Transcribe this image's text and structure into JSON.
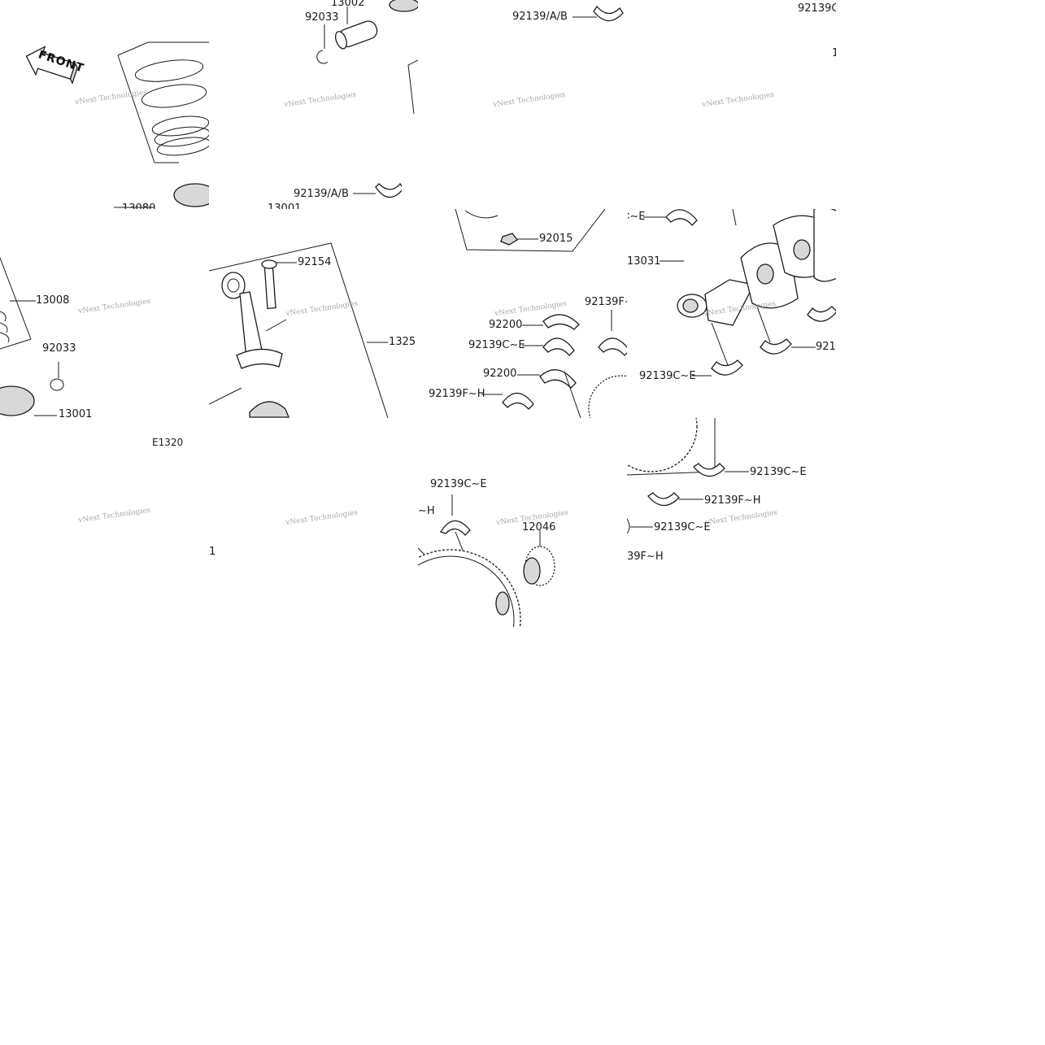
{
  "diagram_code": "E1320",
  "front_label": "FRONT",
  "watermark": "vNext Technologies",
  "labels": {
    "p13002": "13002",
    "p92033_top": "92033",
    "p92139ab_top": "92139/A/B",
    "p92139c_topright": "92139C",
    "p1_topright": "1",
    "p92139ab_mid": "92139/A/B",
    "p13008": "13008",
    "p92033_left": "92033",
    "p13001_left": "13001",
    "p92154": "92154",
    "p1325": "1325",
    "p92015": "92015",
    "p92139ce_a": "∶∼E",
    "p13031": "13031",
    "p92139f_a": "92139F∼",
    "p92200_a": "92200",
    "p92139ce_b": "92139C∼E",
    "p92200_b": "92200",
    "p92139fh_a": "92139F∼H",
    "p92139ce_c": "92139C∼E",
    "p921_trunc": "921",
    "p92139ce_d": "92139C∼E",
    "p92139fh_b": "92139F∼H",
    "p92139ce_e": "92139C∼E",
    "p39fh": "39F∼H",
    "p92139ce_f": "92139C∼E",
    "p_h": "∼H",
    "p12046": "12046",
    "p1_left": "1",
    "p13080_trunc": "13080",
    "p13001_trunc": "13001"
  }
}
